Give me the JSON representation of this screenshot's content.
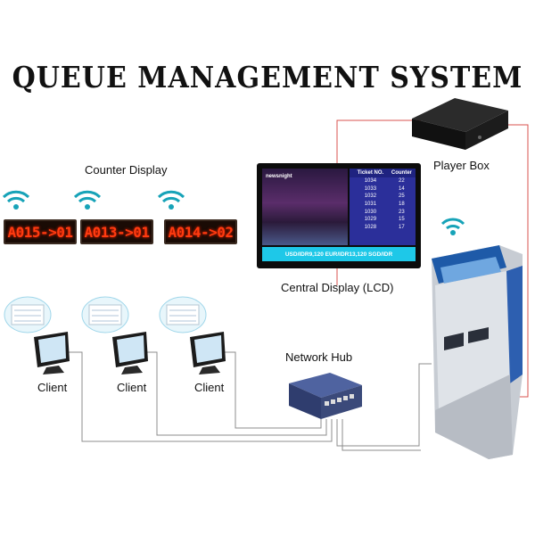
{
  "title": "QUEUE MANAGEMENT SYSTEM",
  "labels": {
    "counter_display": "Counter Display",
    "central_display": "Central Display (LCD)",
    "player_box": "Player Box",
    "network_hub": "Network Hub",
    "client": "Client"
  },
  "counter_displays": [
    "A015->01",
    "A013->01",
    "A014->02"
  ],
  "lcd": {
    "channel": "newsnight",
    "headers": {
      "ticket": "Ticket NO.",
      "counter": "Counter"
    },
    "rows": [
      {
        "ticket": "1034",
        "counter": "22"
      },
      {
        "ticket": "1033",
        "counter": "14"
      },
      {
        "ticket": "1032",
        "counter": "25"
      },
      {
        "ticket": "1031",
        "counter": "18"
      },
      {
        "ticket": "1030",
        "counter": "23"
      },
      {
        "ticket": "1029",
        "counter": "15"
      },
      {
        "ticket": "1028",
        "counter": "17"
      }
    ],
    "ticker": "USD/IDR9,120 EUR/IDR13,120 SGD/IDR"
  },
  "colors": {
    "led_text": "#ff3b10",
    "wire_gray": "#8c8c8c",
    "wire_red": "#d9534f",
    "lcd_table": "#2b2f9a",
    "ticker": "#1ec8e8",
    "hub": "#3b4a7a"
  }
}
